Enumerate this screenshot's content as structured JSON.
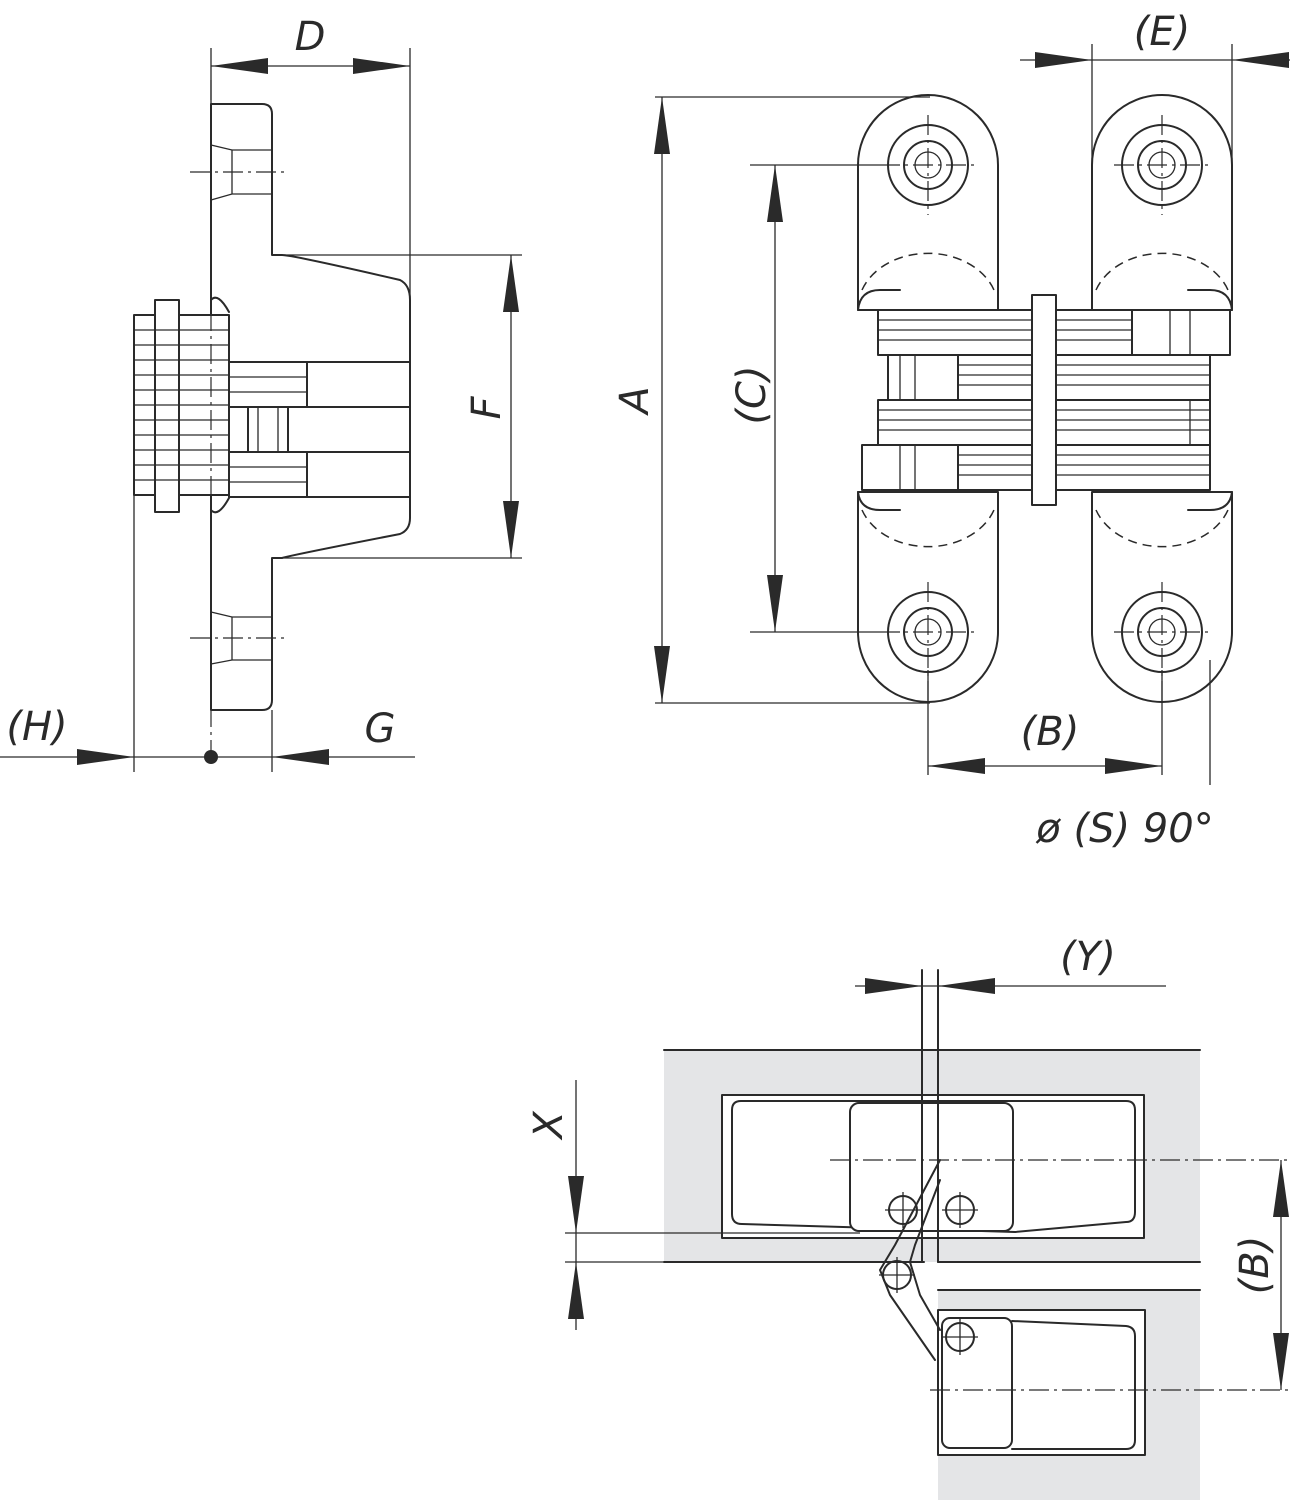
{
  "labels": {
    "D": "D",
    "E": "(E)",
    "F": "F",
    "A": "A",
    "C": "(C)",
    "H": "(H)",
    "G": "G",
    "B_top": "(B)",
    "S": "ø (S) 90°",
    "Y": "(Y)",
    "X": "X",
    "B_bottom": "(B)"
  }
}
